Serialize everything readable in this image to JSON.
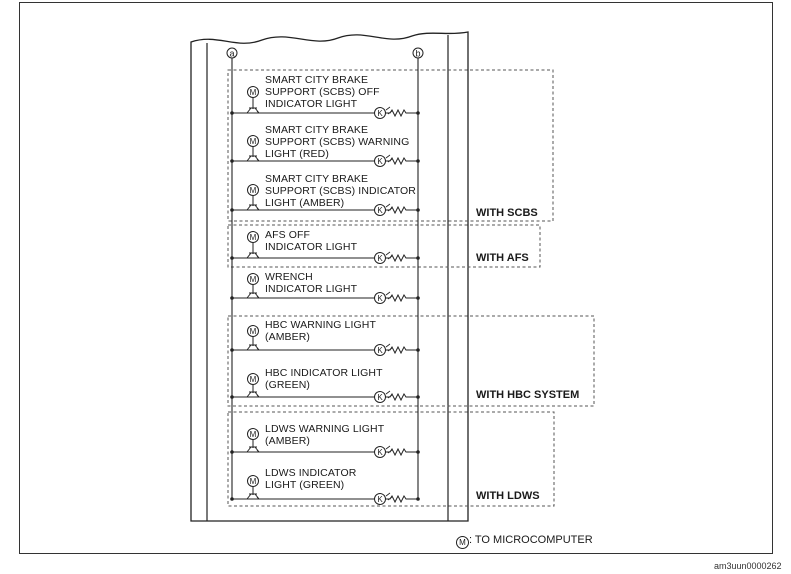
{
  "nodes": {
    "a": "a",
    "b": "b"
  },
  "indicators": [
    {
      "id": "scbs-off",
      "lines": [
        "SMART CITY BRAKE",
        "SUPPORT (SCBS) OFF",
        "INDICATOR LIGHT"
      ]
    },
    {
      "id": "scbs-warning",
      "lines": [
        "SMART CITY BRAKE",
        "SUPPORT (SCBS) WARNING",
        "LIGHT (RED)"
      ]
    },
    {
      "id": "scbs-indicator",
      "lines": [
        "SMART CITY BRAKE",
        "SUPPORT (SCBS) INDICATOR",
        "LIGHT (AMBER)"
      ]
    },
    {
      "id": "afs-off",
      "lines": [
        "AFS OFF",
        "INDICATOR LIGHT"
      ]
    },
    {
      "id": "wrench",
      "lines": [
        "WRENCH",
        "INDICATOR LIGHT"
      ]
    },
    {
      "id": "hbc-warning",
      "lines": [
        "HBC WARNING LIGHT",
        "(AMBER)"
      ]
    },
    {
      "id": "hbc-indicator",
      "lines": [
        "HBC INDICATOR LIGHT",
        "(GREEN)"
      ]
    },
    {
      "id": "ldws-warning",
      "lines": [
        "LDWS WARNING LIGHT",
        "(AMBER)"
      ]
    },
    {
      "id": "ldws-indicator",
      "lines": [
        "LDWS INDICATOR",
        "LIGHT (GREEN)"
      ]
    }
  ],
  "groups": {
    "scbs": "WITH SCBS",
    "afs": "WITH AFS",
    "hbc": "WITH HBC SYSTEM",
    "ldws": "WITH LDWS"
  },
  "symbols": {
    "microcomputer": "M",
    "led": "K"
  },
  "legend": {
    "symbol": "M",
    "text": ": TO MICROCOMPUTER"
  },
  "figure_code": "am3uun0000262"
}
